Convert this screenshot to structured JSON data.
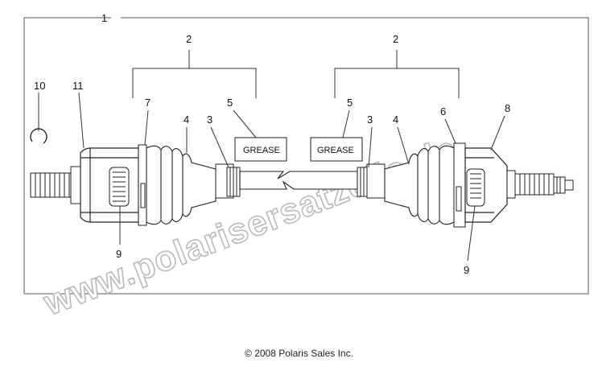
{
  "callouts": {
    "c1": "1",
    "c2_left": "2",
    "c2_right": "2",
    "c3_left": "3",
    "c3_right": "3",
    "c4_left": "4",
    "c4_right": "4",
    "c5_left": "5",
    "c5_right": "5",
    "c6": "6",
    "c7": "7",
    "c8": "8",
    "c9_left": "9",
    "c9_right": "9",
    "c10": "10",
    "c11": "11"
  },
  "grease_labels": {
    "left": "GREASE",
    "right": "GREASE"
  },
  "watermark": "www.polarisersatzeile.de",
  "copyright": "© 2008 Polaris Sales Inc."
}
